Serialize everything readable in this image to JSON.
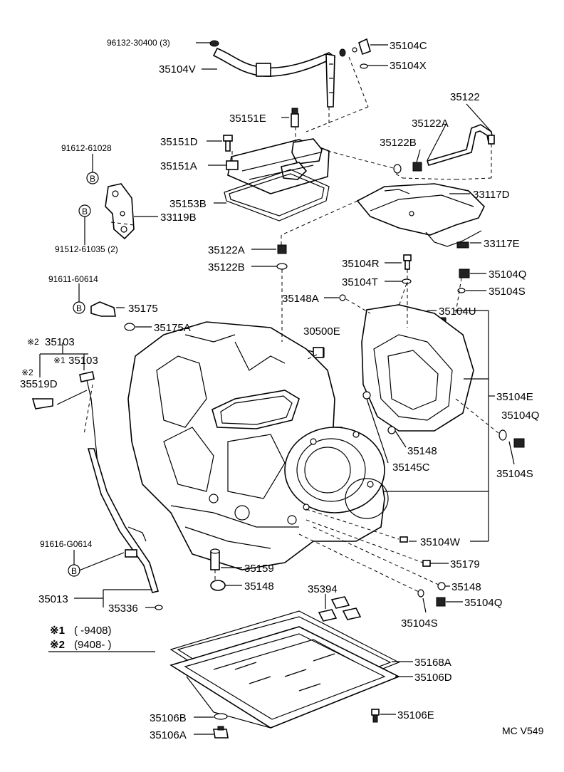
{
  "labels": {
    "p96132": "96132-30400 (3)",
    "p35104C": "35104C",
    "p35104V": "35104V",
    "p35104X": "35104X",
    "p35122": "35122",
    "p35151E": "35151E",
    "p35122A_top": "35122A",
    "p35151D": "35151D",
    "p35122B_top": "35122B",
    "p91612": "91612-61028",
    "p35151A": "35151A",
    "p33117D": "33117D",
    "p35153B": "35153B",
    "p33119B": "33119B",
    "p91512": "91512-61035 (2)",
    "p35122A": "35122A",
    "p33117E": "33117E",
    "p35122B": "35122B",
    "p35104R": "35104R",
    "p91611": "91611-60614",
    "p35104T": "35104T",
    "p35104Q_a": "35104Q",
    "p35148A": "35148A",
    "p35104S_a": "35104S",
    "p35175": "35175",
    "p35104U": "35104U",
    "p35175A": "35175A",
    "p35103_a": "35103",
    "p30500E": "30500E",
    "p35103_b": "35103",
    "p35519D": "35519D",
    "p35104E": "35104E",
    "p35104Q_b": "35104Q",
    "p35148_a": "35148",
    "p35145C": "35145C",
    "p35104S_b": "35104S",
    "p91616": "91616-G0614",
    "p35104W": "35104W",
    "p35179": "35179",
    "p35159": "35159",
    "p35148_b": "35148",
    "p35148_c": "35148",
    "p35394": "35394",
    "p35013": "35013",
    "p35104Q_c": "35104Q",
    "p35336": "35336",
    "p35104S_c": "35104S",
    "p35168A": "35168A",
    "p35106D": "35106D",
    "p35106B": "35106B",
    "p35106E": "35106E",
    "p35106A": "35106A",
    "code": "MC V549"
  },
  "marks": {
    "star2": "※2",
    "star1": "※1",
    "star2b": "※2",
    "bolt_b": "B"
  },
  "legend": {
    "row1_mark": "※1",
    "row1_text": "(      -9408)",
    "row2_mark": "※2",
    "row2_text": "(9408-        )"
  }
}
